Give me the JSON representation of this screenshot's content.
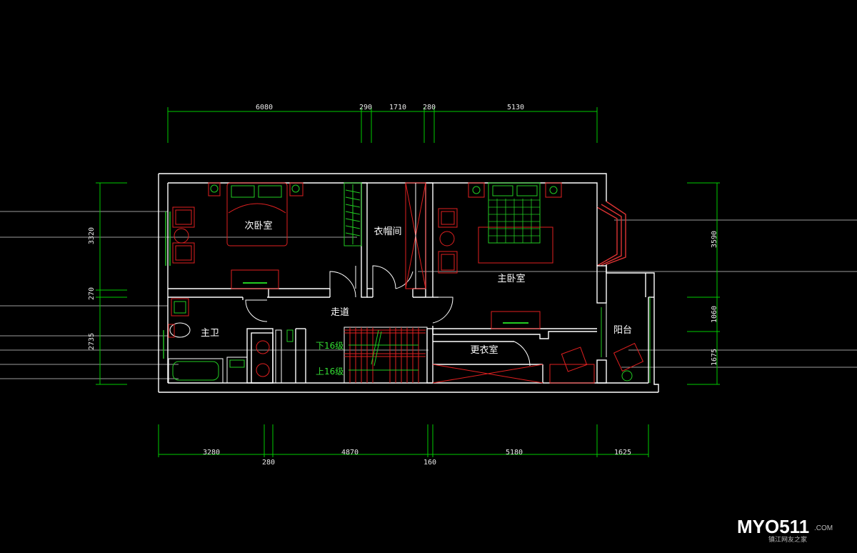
{
  "dimensions": {
    "top": [
      "6080",
      "290",
      "1710",
      "280",
      "5130"
    ],
    "bottom_upper": [
      "3280",
      "4870",
      "5180",
      "1625"
    ],
    "bottom_lower": [
      "280",
      "160"
    ],
    "left": [
      "3320",
      "270",
      "2735"
    ],
    "right": [
      "3590",
      "1060",
      "1675"
    ]
  },
  "rooms": {
    "second_bedroom": "次卧室",
    "cloakroom": "衣帽间",
    "master_bedroom": "主卧室",
    "corridor": "走道",
    "master_bath": "主卫",
    "dressing_room": "更衣室",
    "balcony": "阳台"
  },
  "stairs": {
    "down": "下16级",
    "up": "上16级"
  },
  "watermark": {
    "brand": "MYO511",
    "suffix": ".COM",
    "tagline": "镇江网友之家"
  },
  "colors": {
    "background": "#000000",
    "wall": "#ffffff",
    "dimension_line": "#00cc00",
    "furniture_red": "#e02020",
    "furniture_green": "#22cc22"
  }
}
